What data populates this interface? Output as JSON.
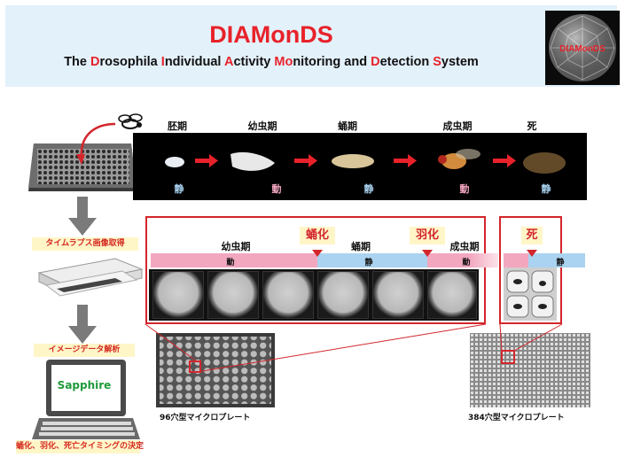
{
  "header": {
    "title": "DIAMonDS",
    "subtitle_parts": [
      {
        "t": "The ",
        "r": false
      },
      {
        "t": "D",
        "r": true
      },
      {
        "t": "rosophila ",
        "r": false
      },
      {
        "t": "I",
        "r": true
      },
      {
        "t": "ndividual ",
        "r": false
      },
      {
        "t": "A",
        "r": true
      },
      {
        "t": "ctivity ",
        "r": false
      },
      {
        "t": "Mo",
        "r": true
      },
      {
        "t": "nitoring and ",
        "r": false
      },
      {
        "t": "D",
        "r": true
      },
      {
        "t": "etection ",
        "r": false
      },
      {
        "t": "S",
        "r": true
      },
      {
        "t": "ystem",
        "r": false
      }
    ],
    "logo_text": "DIAMonDS"
  },
  "stages": [
    {
      "label": "胚期",
      "state": "静",
      "active": false
    },
    {
      "label": "幼虫期",
      "state": "動",
      "active": true
    },
    {
      "label": "蛹期",
      "state": "静",
      "active": false
    },
    {
      "label": "成虫期",
      "state": "動",
      "active": true
    },
    {
      "label": "死",
      "state": "静",
      "active": false
    }
  ],
  "workflow": {
    "step1": "タイムラプス画像取得",
    "step2": "イメージデータ解析",
    "software": "Sapphire",
    "step3": "蛹化、羽化、死亡タイミングの決定"
  },
  "timeline": {
    "phase_larva": "幼虫期",
    "phase_pupa": "蛹期",
    "phase_adult": "成虫期",
    "event_pupariation": "蛹化",
    "event_eclosion": "羽化",
    "event_death": "死",
    "state_move": "動",
    "state_still": "静"
  },
  "plates": {
    "plate96": "96穴型マイクロプレート",
    "plate384": "384穴型マイクロプレート"
  },
  "colors": {
    "accent": "#e8222a",
    "move_bar": "#f2a7bf",
    "still_bar": "#a9d3f0",
    "label_bg": "#fff6c8"
  }
}
